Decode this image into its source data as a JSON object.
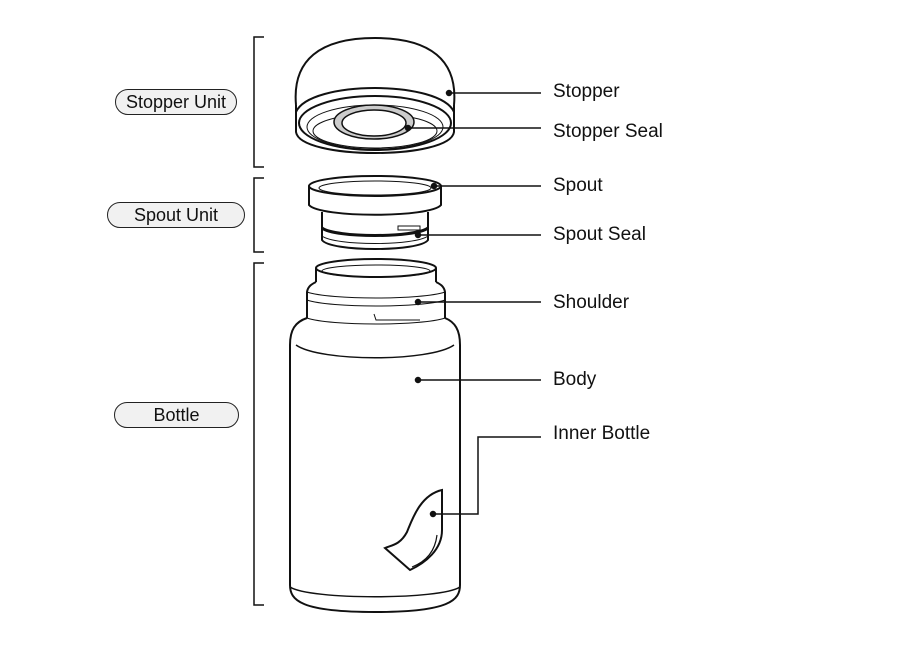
{
  "groups": [
    {
      "label": "Stopper Unit"
    },
    {
      "label": "Spout Unit"
    },
    {
      "label": "Bottle"
    }
  ],
  "parts": [
    {
      "label": "Stopper"
    },
    {
      "label": "Stopper Seal"
    },
    {
      "label": "Spout"
    },
    {
      "label": "Spout Seal"
    },
    {
      "label": "Shoulder"
    },
    {
      "label": "Body"
    },
    {
      "label": "Inner Bottle"
    }
  ]
}
